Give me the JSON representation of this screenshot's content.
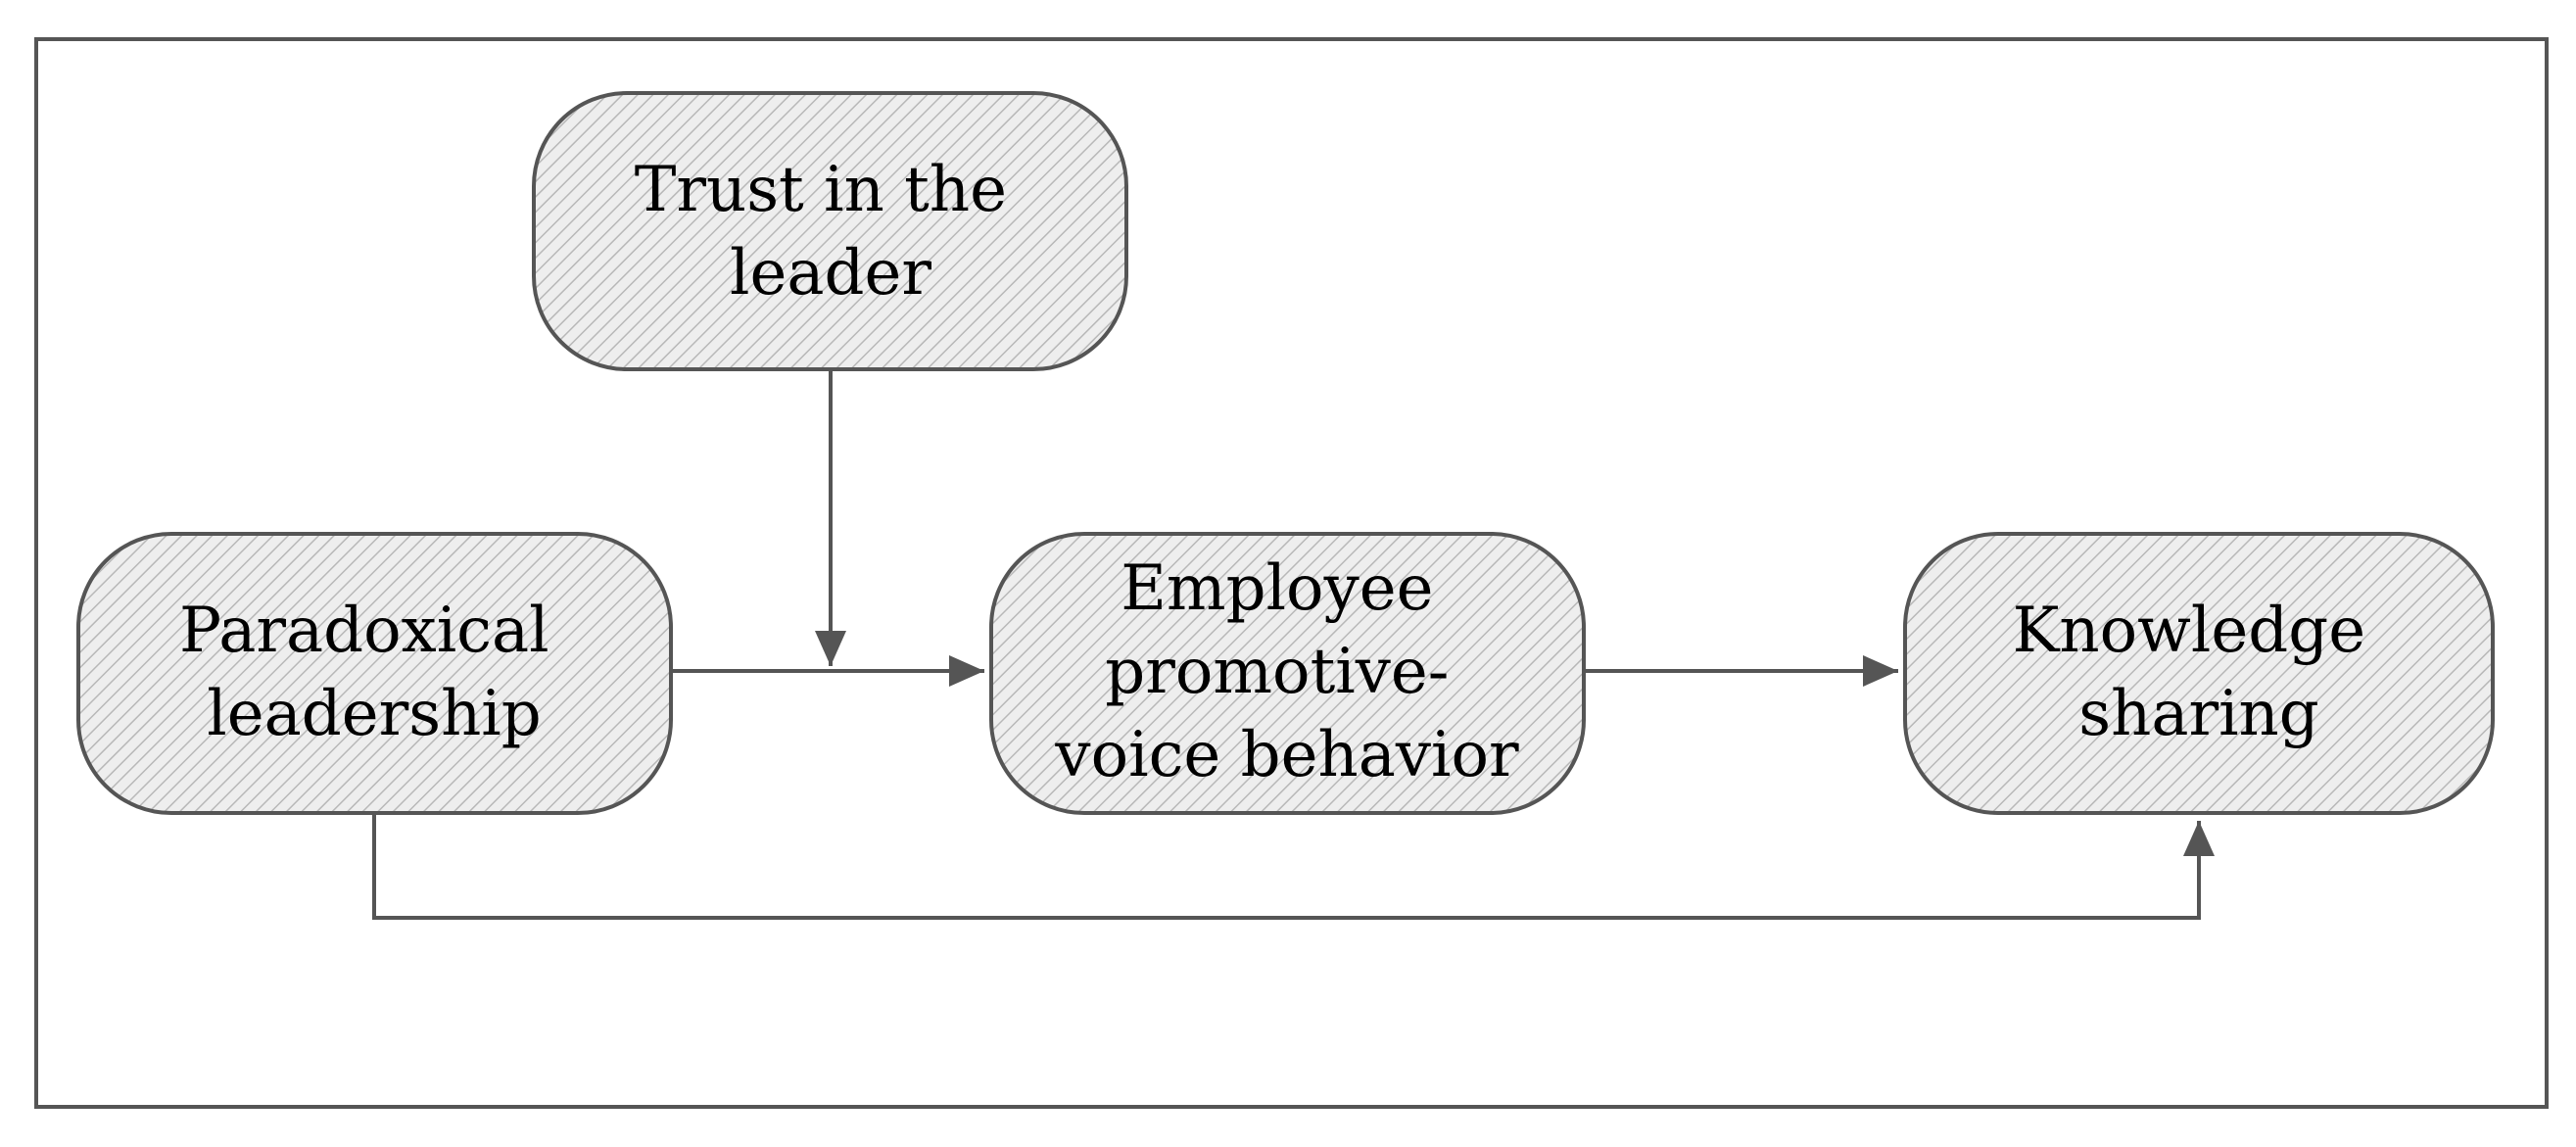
{
  "diagram": {
    "nodes": {
      "trust": {
        "lines": [
          "Trust in the",
          "leader"
        ]
      },
      "paradoxical": {
        "lines": [
          "Paradoxical",
          "leadership"
        ]
      },
      "voice": {
        "lines": [
          "Employee",
          "promotive-",
          "voice behavior"
        ]
      },
      "knowledge": {
        "lines": [
          "Knowledge",
          "sharing"
        ]
      }
    },
    "style": {
      "box_stroke": "#555555",
      "box_fill": "#eeeeee",
      "hatch_color": "#b8b8b8",
      "arrow_color": "#555555",
      "frame_color": "#555555"
    }
  }
}
